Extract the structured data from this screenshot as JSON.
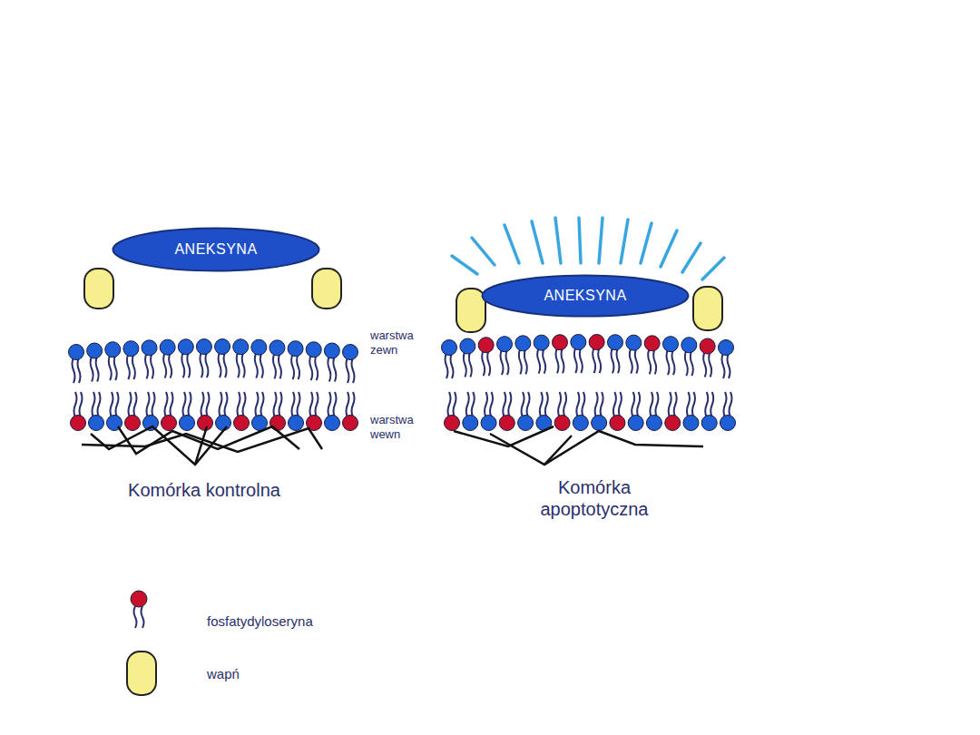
{
  "diagram": {
    "nodes": [
      {
        "text": [
          "ANEKSYNA"
        ]
      },
      {
        "text": [
          "ANEKSYNA"
        ]
      }
    ],
    "labels": [
      "warstwa zewn",
      "warstwa wewn",
      "Komórka kontrolna",
      "Komórka apoptotyczna"
    ],
    "legend": [
      {
        "text": "fosfatydyloseryna"
      },
      {
        "text": "wapń"
      }
    ]
  }
}
